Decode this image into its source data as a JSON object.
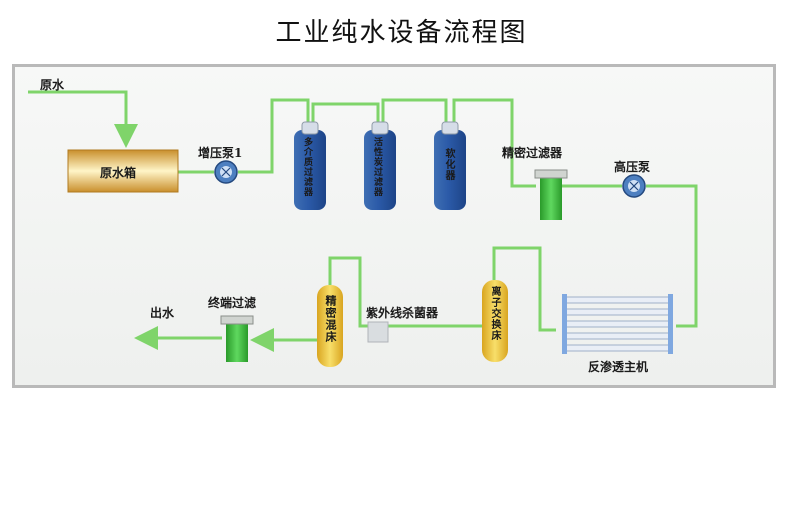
{
  "title": "工业纯水设备流程图",
  "labels": {
    "raw_water": "原水",
    "raw_tank": "原水箱",
    "booster_pump": "增压泵1",
    "multi_media_filter": "多介质过滤器",
    "carbon_filter": "活性炭过滤器",
    "softener": "软化器",
    "precision_filter": "精密过滤器",
    "high_pressure_pump": "高压泵",
    "ro_unit": "反渗透主机",
    "ion_exchange_bed": "离子交换床",
    "uv_sterilizer": "紫外线杀菌器",
    "mixed_bed": "精密混床",
    "terminal_filter": "终端过滤",
    "water_out": "出水"
  },
  "colors": {
    "pipe": "#7fd46a",
    "vessel_blue": "#2f62ab",
    "cartridge_green": "#3fbf3f",
    "tank_gold": "#d4a94a",
    "bed_yellow": "#e8c043"
  }
}
